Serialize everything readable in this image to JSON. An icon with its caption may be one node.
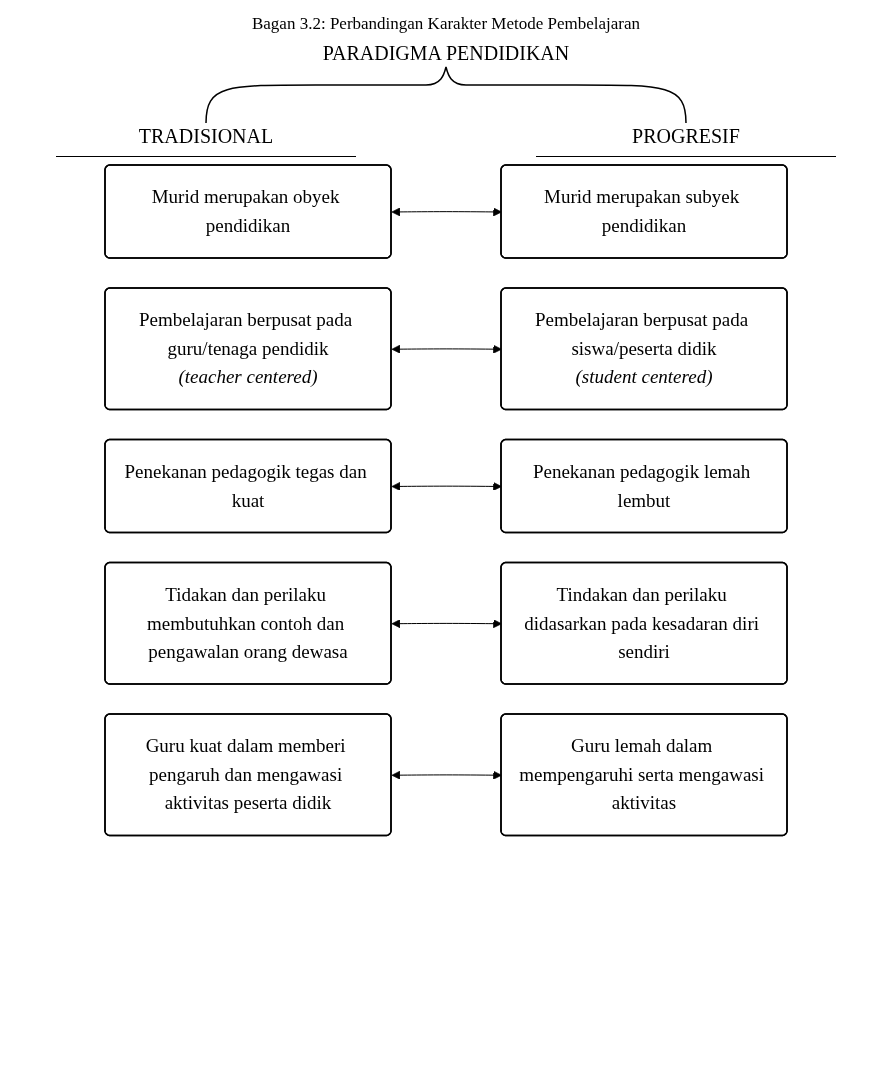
{
  "diagram": {
    "title": "Bagan 3.2: Perbandingan Karakter Metode Pembelajaran",
    "nodes": [
      {
        "text": [
          "Murid merupakan obyek pendidikan"
        ]
      },
      {
        "text": [
          "Murid merupakan subyek pendidikan"
        ]
      },
      {
        "text": [
          "Pembelajaran berpusat pada guru/tenaga pendidik",
          "*(teacher centered)*"
        ]
      },
      {
        "text": [
          "Pembelajaran berpusat pada siswa/peserta didik",
          "*(student centered)*"
        ]
      },
      {
        "text": [
          "Penekanan pedagogik tegas dan kuat"
        ]
      },
      {
        "text": [
          "Penekanan pedagogik lemah lembut"
        ]
      },
      {
        "text": [
          "Tidakan dan perilaku membutuhkan contoh dan pengawalan orang dewasa"
        ]
      },
      {
        "text": [
          "Tindakan dan perilaku didasarkan pada kesadaran diri sendiri"
        ]
      },
      {
        "text": [
          "Guru kuat dalam memberi pengaruh dan mengawasi aktivitas peserta didik"
        ]
      },
      {
        "text": [
          "Guru lemah dalam mempengaruhi serta mengawasi aktivitas"
        ]
      }
    ],
    "edges": [
      {
        "from": 0,
        "to": 1,
        "arrow": "both"
      },
      {
        "from": 2,
        "to": 3,
        "arrow": "both"
      },
      {
        "from": 4,
        "to": 5,
        "arrow": "both"
      },
      {
        "from": 6,
        "to": 7,
        "arrow": "both"
      },
      {
        "from": 8,
        "to": 9,
        "arrow": "both"
      }
    ],
    "labels": [
      "PARADIGMA PENDIDIKAN",
      "TRADISIONAL",
      "PROGRESIF"
    ]
  }
}
